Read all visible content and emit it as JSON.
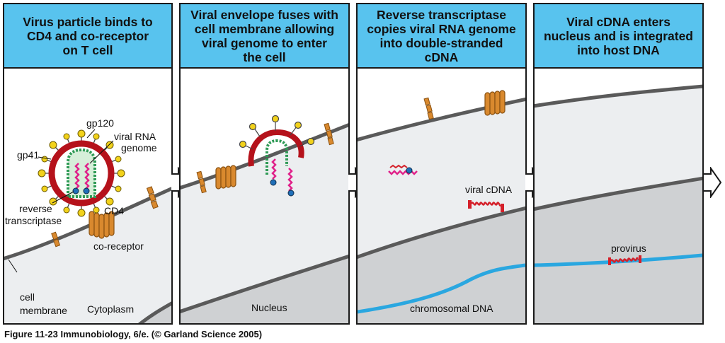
{
  "panels": [
    {
      "title": "Virus particle binds to\nCD4 and co-receptor\non T cell"
    },
    {
      "title": "Viral envelope fuses with\ncell membrane allowing\nviral genome to enter\nthe cell"
    },
    {
      "title": "Reverse transcriptase\ncopies viral RNA genome\ninto double-stranded\ncDNA"
    },
    {
      "title": "Viral cDNA enters\nnucleus and is integrated\ninto host DNA"
    }
  ],
  "labels": {
    "gp120": "gp120",
    "viral_rna_line1": "viral RNA",
    "viral_rna_line2": "genome",
    "gp41": "gp41",
    "reverse_line1": "reverse",
    "reverse_line2": "transcriptase",
    "cd4": "CD4",
    "co_receptor": "co-receptor",
    "cell_line1": "cell",
    "cell_line2": "membrane",
    "cytoplasm": "Cytoplasm",
    "nucleus": "Nucleus",
    "viral_cdna": "viral cDNA",
    "chromosomal_dna": "chromosomal DNA",
    "provirus": "provirus"
  },
  "caption": "Figure 11-23  Immunobiology, 6/e. (© Garland Science 2005)",
  "colors": {
    "header": "#58c3ee",
    "cytoplasm": "#eceef0",
    "nucleus": "#cfd1d3",
    "membrane": "#5a5a5a",
    "viral_envelope": "#b5121b",
    "glycoprotein": "#f2d21b",
    "rna": "#e0218a",
    "enzyme": "#1f6fb8",
    "capsid": "#2f9a56",
    "receptor": "#d9892e",
    "dna": "#2aa7e0",
    "cdna": "#d4202a"
  }
}
